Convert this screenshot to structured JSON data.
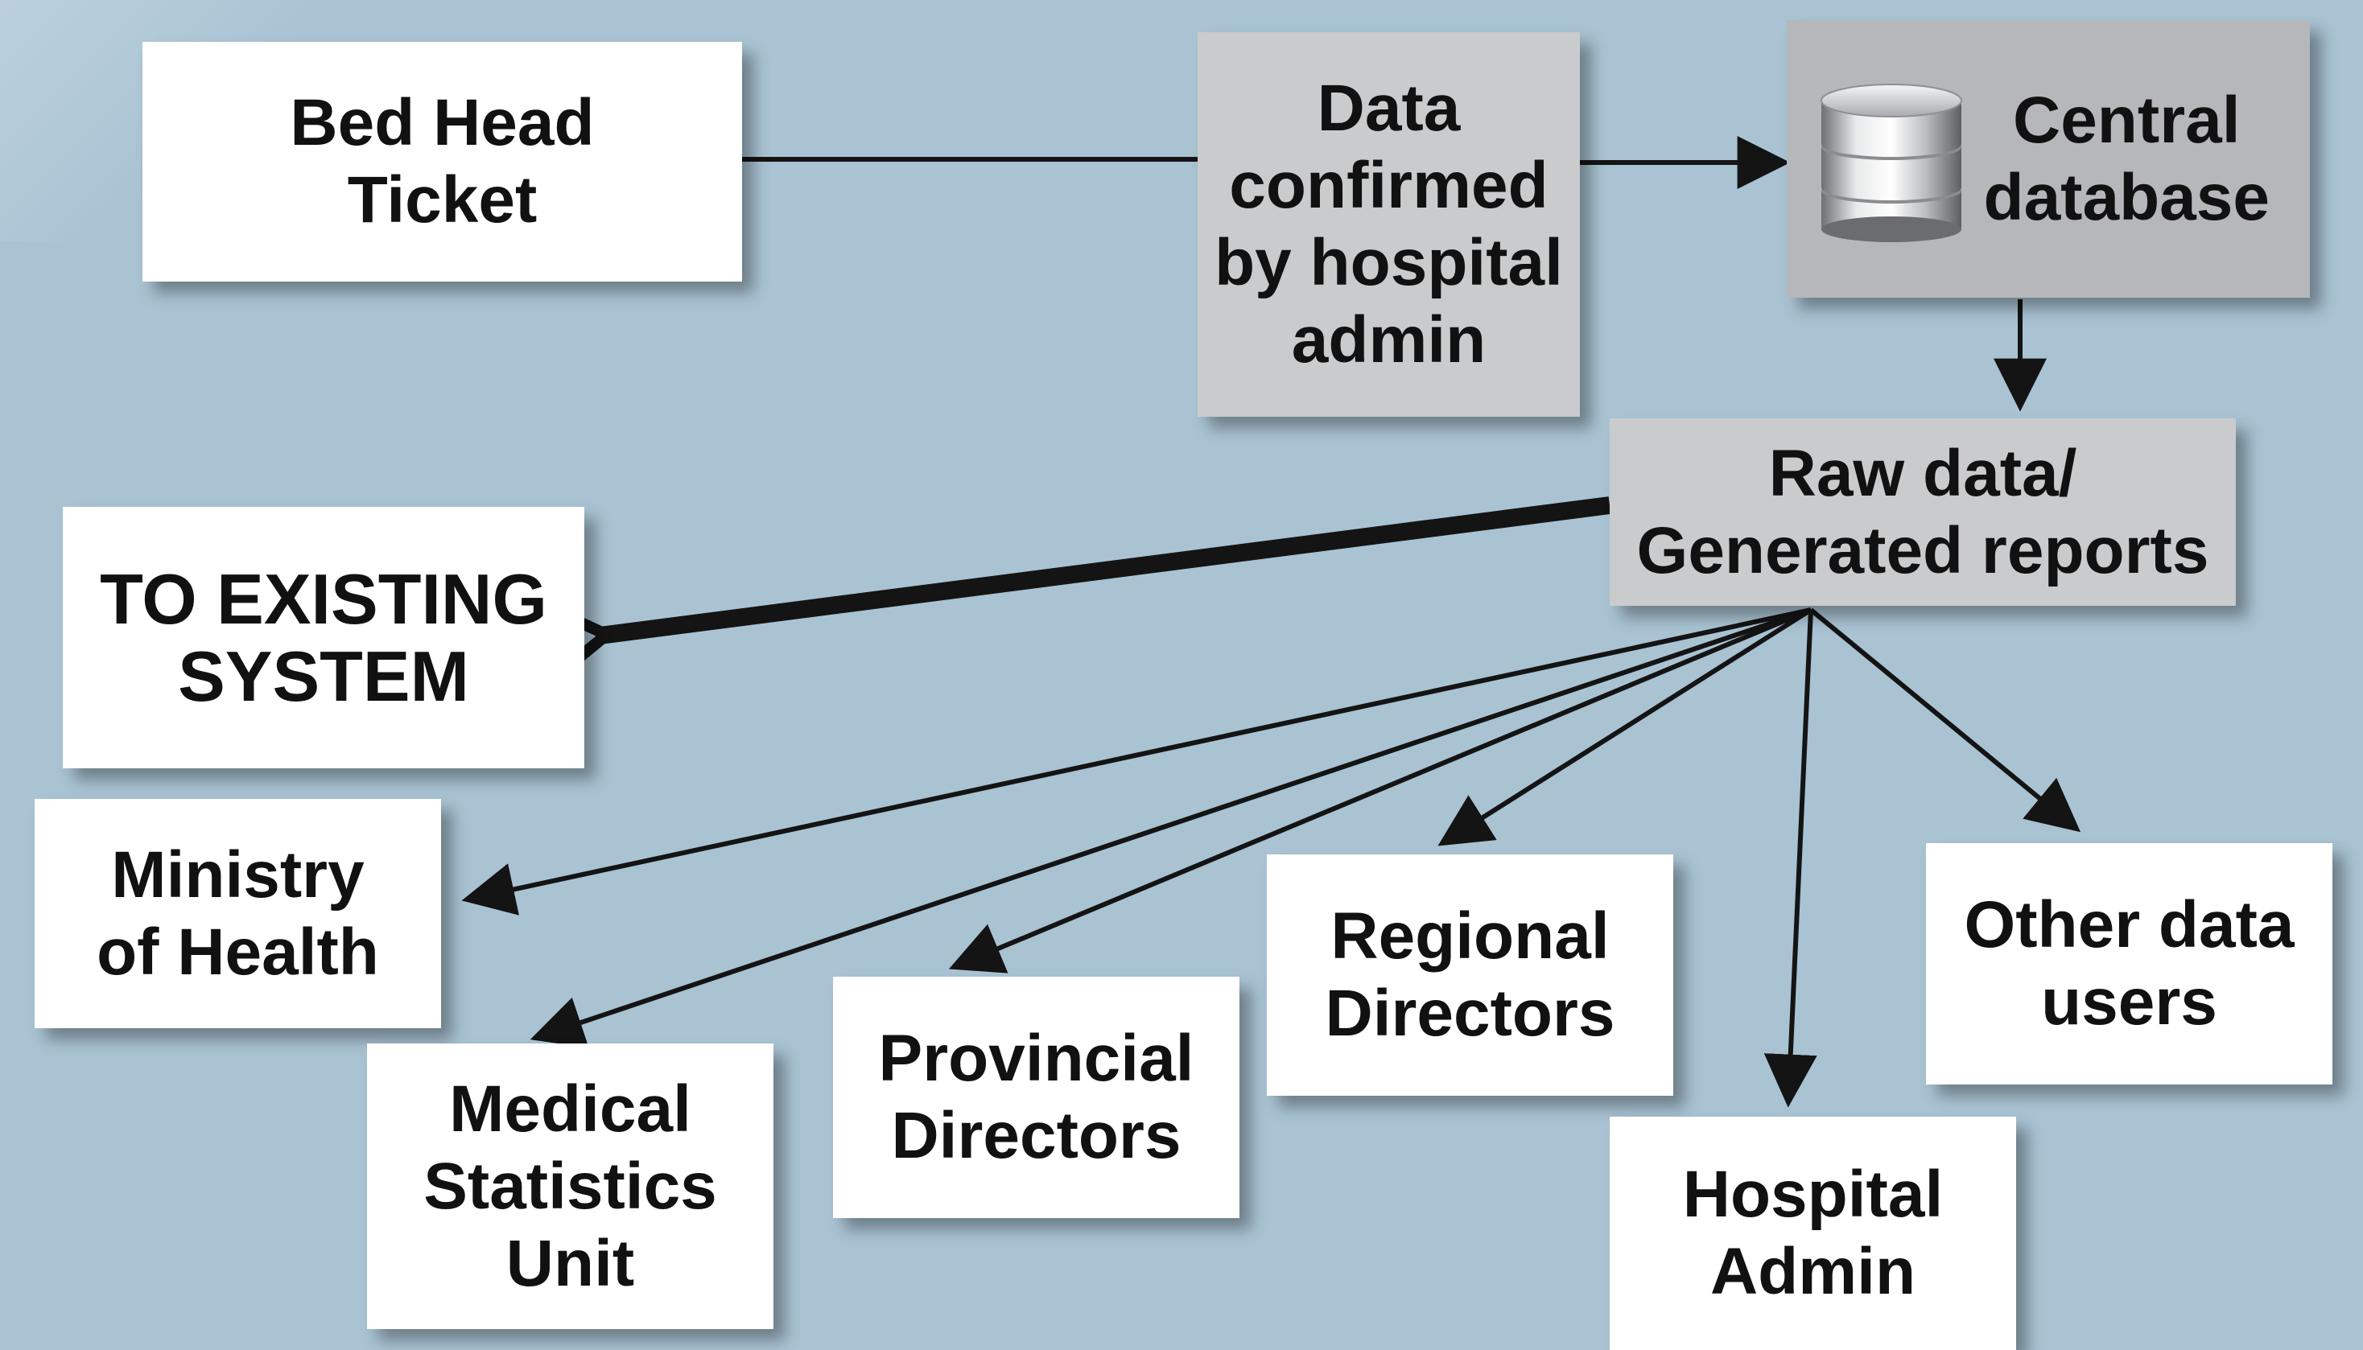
{
  "nodes": {
    "bed_head": "Bed Head\nTicket",
    "confirmed": "Data\nconfirmed\nby hospital\nadmin",
    "central": "Central\ndatabase",
    "raw": "Raw data/\nGenerated reports",
    "existing": "TO EXISTING\nSYSTEM",
    "ministry": "Ministry\nof Health",
    "medical": "Medical\nStatistics\nUnit",
    "provincial": "Provincial\nDirectors",
    "regional": "Regional\nDirectors",
    "hospital": "Hospital\nAdmin",
    "other": "Other data\nusers"
  },
  "icons": {
    "database": "database-cylinder-icon"
  },
  "colors": {
    "background": "#a9c3d3",
    "white_box": "#ffffff",
    "gray_box": "#cacbcd",
    "arrow": "#141414"
  }
}
